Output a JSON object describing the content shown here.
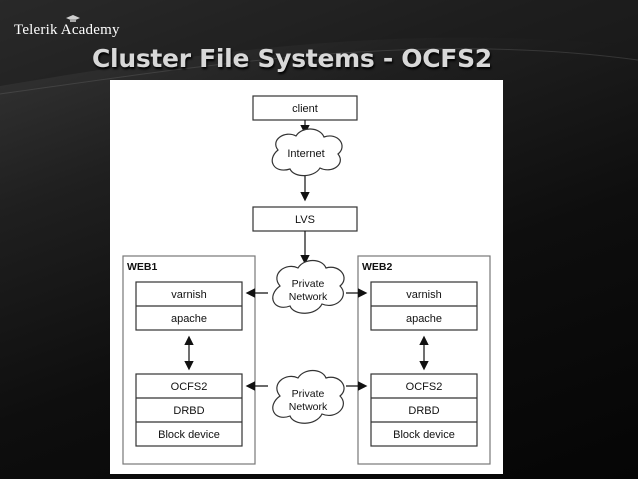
{
  "logo": {
    "text": "Telerik Academy",
    "icon": "graduation-cap-icon"
  },
  "title": "Cluster File Systems -  OCFS2",
  "diagram": {
    "client": "client",
    "internet": "Internet",
    "lvs": "LVS",
    "private_network": [
      "Private",
      "Network"
    ],
    "servers": [
      {
        "name": "WEB1",
        "top_stack": [
          "varnish",
          "apache"
        ],
        "bottom_stack": [
          "OCFS2",
          "DRBD",
          "Block device"
        ]
      },
      {
        "name": "WEB2",
        "top_stack": [
          "varnish",
          "apache"
        ],
        "bottom_stack": [
          "OCFS2",
          "DRBD",
          "Block device"
        ]
      }
    ]
  }
}
